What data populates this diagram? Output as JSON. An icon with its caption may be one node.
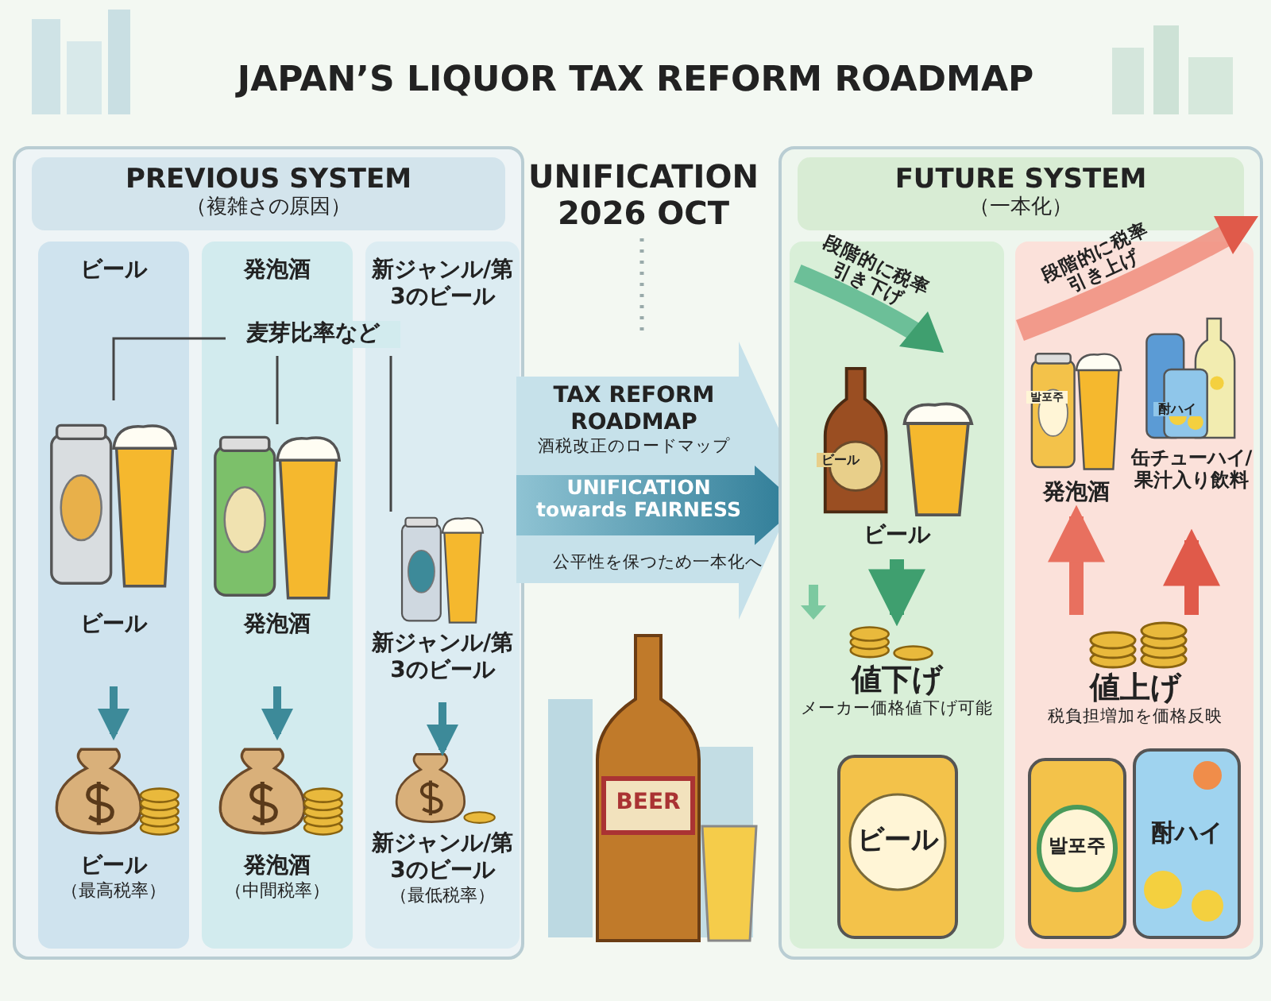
{
  "diagram": {
    "title": "JAPAN’S LIQUOR TAX REFORM ROADMAP",
    "nodes": [
      {
        "text": [
          "PREVIOUS SYSTEM",
          "（複雑さの原因）"
        ]
      },
      {
        "text": [
          "ビール"
        ],
        "in": 0
      },
      {
        "text": [
          "発泡酒"
        ],
        "in": 0
      },
      {
        "text": [
          "新ジャンル/第3のビール"
        ],
        "in": 0
      },
      {
        "text": [
          "麦芽比率など"
        ],
        "in": 0
      },
      {
        "text": [
          "ビール"
        ],
        "in": 1
      },
      {
        "text": [
          "発泡酒"
        ],
        "in": 2
      },
      {
        "text": [
          "新ジャンル/第3のビール"
        ],
        "in": 3
      },
      {
        "text": [
          "ビール",
          "（最高税率）"
        ],
        "in": 1
      },
      {
        "text": [
          "発泡酒",
          "（中間税率）"
        ],
        "in": 2
      },
      {
        "text": [
          "新ジャンル/第3のビール",
          "（最低税率）"
        ],
        "in": 3
      },
      {
        "text": [
          "TAX REFORM ROADMAP",
          "酒税改正のロードマップ"
        ]
      },
      {
        "text": [
          "UNIFICATION towards FAIRNESS"
        ],
        "beside": [
          "公平性を保つため一本化へ"
        ],
        "in": 11
      },
      {
        "text": [
          "FUTURE SYSTEM",
          "（一本化）"
        ]
      },
      {
        "text": [],
        "shape": "box",
        "in": 13
      },
      {
        "text": [
          "ビール"
        ],
        "in": 14
      },
      {
        "text": [
          "値下げ",
          "メーカー価格値下げ可能"
        ],
        "in": 14
      },
      {
        "text": [],
        "shape": "box",
        "in": 13
      },
      {
        "text": [
          "発泡酒"
        ],
        "in": 17
      },
      {
        "text": [
          "缶チューハイ/果汁入り飲料"
        ],
        "in": 17
      },
      {
        "text": [
          "値上げ",
          "税負担増加を価格反映"
        ],
        "in": 17
      }
    ],
    "edges": [
      {
        "from": 4,
        "to": 5,
        "arrow": "none"
      },
      {
        "from": 4,
        "to": 6,
        "arrow": "none"
      },
      {
        "from": 4,
        "to": 7,
        "arrow": "none"
      },
      {
        "from": 5,
        "to": 8,
        "arrow": "to",
        "color": "#3d8a99"
      },
      {
        "from": 6,
        "to": 9,
        "arrow": "to",
        "color": "#3d8a99"
      },
      {
        "from": 7,
        "to": 10,
        "arrow": "to",
        "color": "#3d8a99"
      },
      {
        "from": 15,
        "to": 16,
        "arrow": "to",
        "style": "thick",
        "color": "#3f9f6f"
      },
      {
        "from": 20,
        "to": 18,
        "arrow": "to",
        "style": "thick",
        "color": "#e8705f"
      },
      {
        "from": 20,
        "to": 19,
        "arrow": "to",
        "style": "thick",
        "color": "#e05a4a"
      }
    ],
    "labels": [
      "UNIFICATION 2026 OCT",
      "段階的に税率引き下げ",
      "段階的に税率引き上げ",
      "ビール",
      "발포주",
      "酎ハイ",
      "BEER",
      "ビール",
      "발포주",
      "酎ハイ"
    ]
  }
}
